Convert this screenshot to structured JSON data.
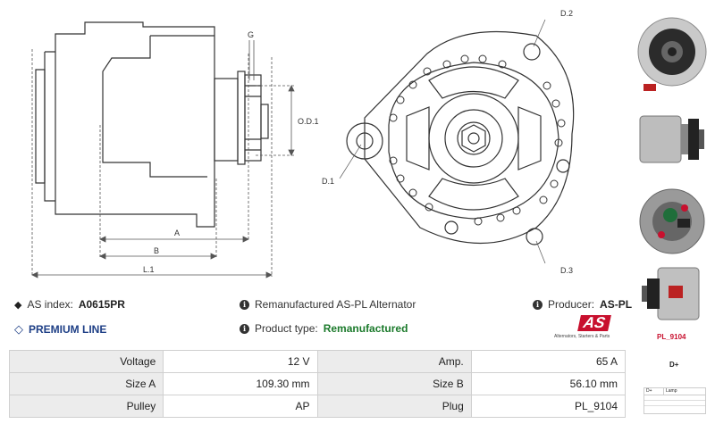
{
  "dimension_labels": {
    "g": "G",
    "od1": "O.D.1",
    "a": "A",
    "b": "B",
    "l1": "L.1",
    "d1": "D.1",
    "d2": "D.2",
    "d3": "D.3"
  },
  "info": {
    "as_index_label": "AS index:",
    "as_index_value": "A0615PR",
    "premium_line": "PREMIUM LINE",
    "description": "Remanufactured AS-PL Alternator",
    "product_type_label": "Product type:",
    "product_type_value": "Remanufactured",
    "producer_label": "Producer:",
    "producer_value": "AS-PL",
    "logo_text": "AS",
    "logo_tagline": "Alternators, Starters & Parts"
  },
  "specs": [
    {
      "label1": "Voltage",
      "value1": "12 V",
      "label2": "Amp.",
      "value2": "65 A"
    },
    {
      "label1": "Size A",
      "value1": "109.30 mm",
      "label2": "Size B",
      "value2": "56.10 mm"
    },
    {
      "label1": "Pulley",
      "value1": "AP",
      "label2": "Plug",
      "value2": "PL_9104"
    }
  ],
  "side": {
    "plug_code": "PL_9104",
    "terminal": "D+",
    "diagram_header_left": "D+",
    "diagram_header_right": "Lamp"
  },
  "colors": {
    "premium_blue": "#1e3f86",
    "green": "#1b7a2b",
    "red": "#c8102e"
  }
}
